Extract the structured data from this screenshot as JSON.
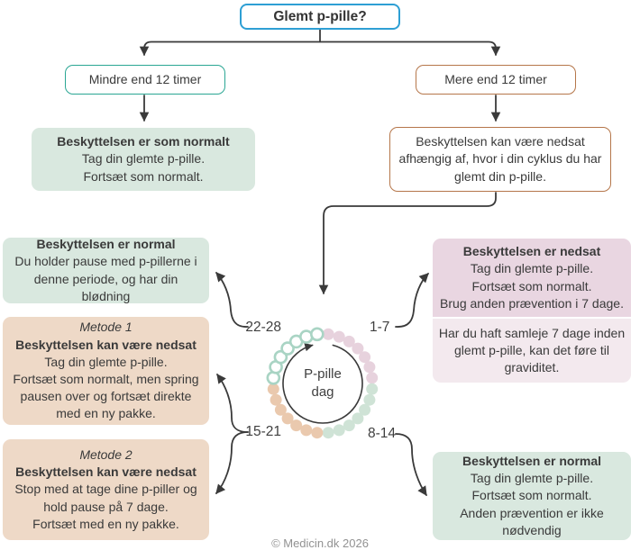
{
  "title": "Glemt p-pille?",
  "branches": {
    "under12": {
      "label": "Mindre end 12 timer"
    },
    "over12": {
      "label": "Mere end 12 timer"
    }
  },
  "results": {
    "under12": {
      "title": "Beskyttelsen er som normalt",
      "line1": "Tag din glemte p-pille.",
      "line2": "Fortsæt som normalt."
    },
    "over12": {
      "line1": "Beskyttelsen kan være nedsat",
      "line2": "afhængig af, hvor i din cyklus du har",
      "line3": "glemt din p-pille."
    }
  },
  "cycle": {
    "center_line1": "P-pille",
    "center_line2": "dag",
    "labels": {
      "d1_7": "1-7",
      "d8_14": "8-14",
      "d15_21": "15-21",
      "d22_28": "22-28"
    }
  },
  "outcomes": {
    "d22_28": {
      "title": "Beskyttelsen er normal",
      "body": "Du holder pause med p-pillerne i denne periode, og har din blødning"
    },
    "metode1": {
      "method": "Metode 1",
      "title": "Beskyttelsen kan være nedsat",
      "line1": "Tag din glemte p-pille.",
      "line2": "Fortsæt som normalt, men spring pausen over og fortsæt direkte med en ny pakke."
    },
    "metode2": {
      "method": "Metode 2",
      "title": "Beskyttelsen kan være nedsat",
      "line1": "Stop med at tage dine p-piller og hold pause på 7 dage.",
      "line2": "Fortsæt med en ny pakke."
    },
    "d1_7": {
      "title": "Beskyttelsen er nedsat",
      "line1": "Tag din glemte p-pille.",
      "line2": "Fortsæt som normalt.",
      "line3": "Brug anden prævention i 7 dage.",
      "note": "Har du haft samleje 7 dage inden glemt p-pille, kan det føre til graviditet."
    },
    "d8_14": {
      "title": "Beskyttelsen er normal",
      "line1": "Tag din glemte p-pille.",
      "line2": "Fortsæt som normalt.",
      "line3": "Anden prævention er ikke nødvendig"
    }
  },
  "footer": "© Medicin.dk 2026",
  "colors": {
    "accent_blue": "#2e9fd4",
    "accent_teal": "#2aa693",
    "accent_brown": "#b5764a",
    "green_bg": "#d9e8df",
    "tan_bg": "#eed9c7",
    "pink_dark_bg": "#e9d6e1",
    "pink_light_bg": "#f3e9ee",
    "dot_pink": "#e7d2dd",
    "dot_green": "#cfe3d6",
    "dot_tan": "#eac9ae",
    "dot_teal_stroke": "#a9d4c4",
    "line": "#3a3a3a"
  }
}
